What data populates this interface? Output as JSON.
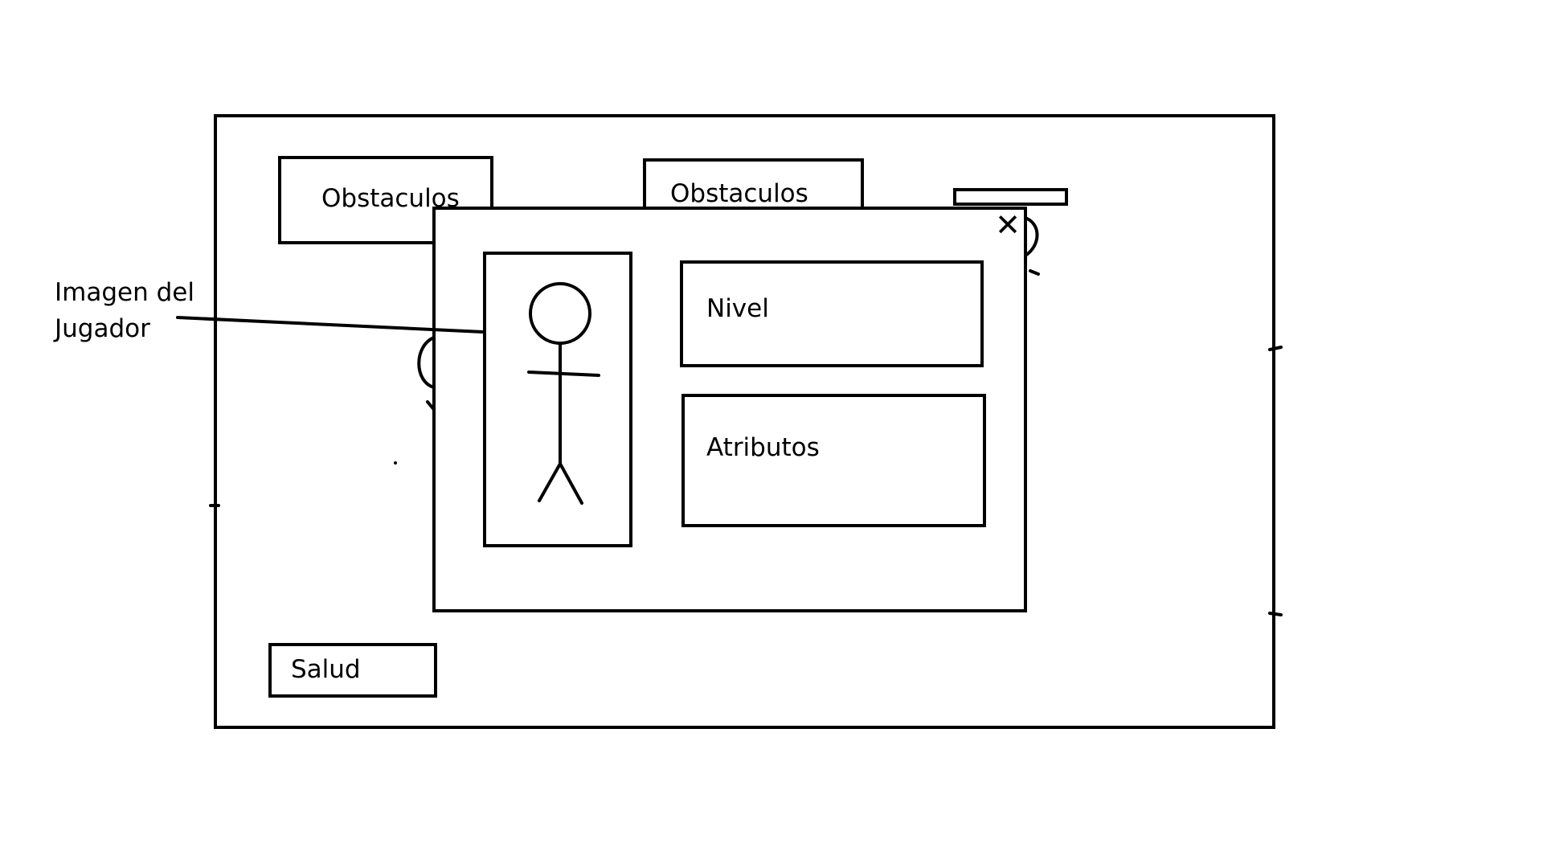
{
  "hud": {
    "obstacle_left_label": "Obstaculos",
    "obstacle_right_label": "Obstaculos",
    "health_label": "Salud"
  },
  "player_panel": {
    "close_icon": "close-icon",
    "level_label": "Nivel",
    "attributes_label": "Atributos"
  },
  "annotation": {
    "line1": "Imagen del",
    "line2": "Jugador"
  },
  "colors": {
    "stroke": "#000000",
    "background": "#ffffff"
  }
}
